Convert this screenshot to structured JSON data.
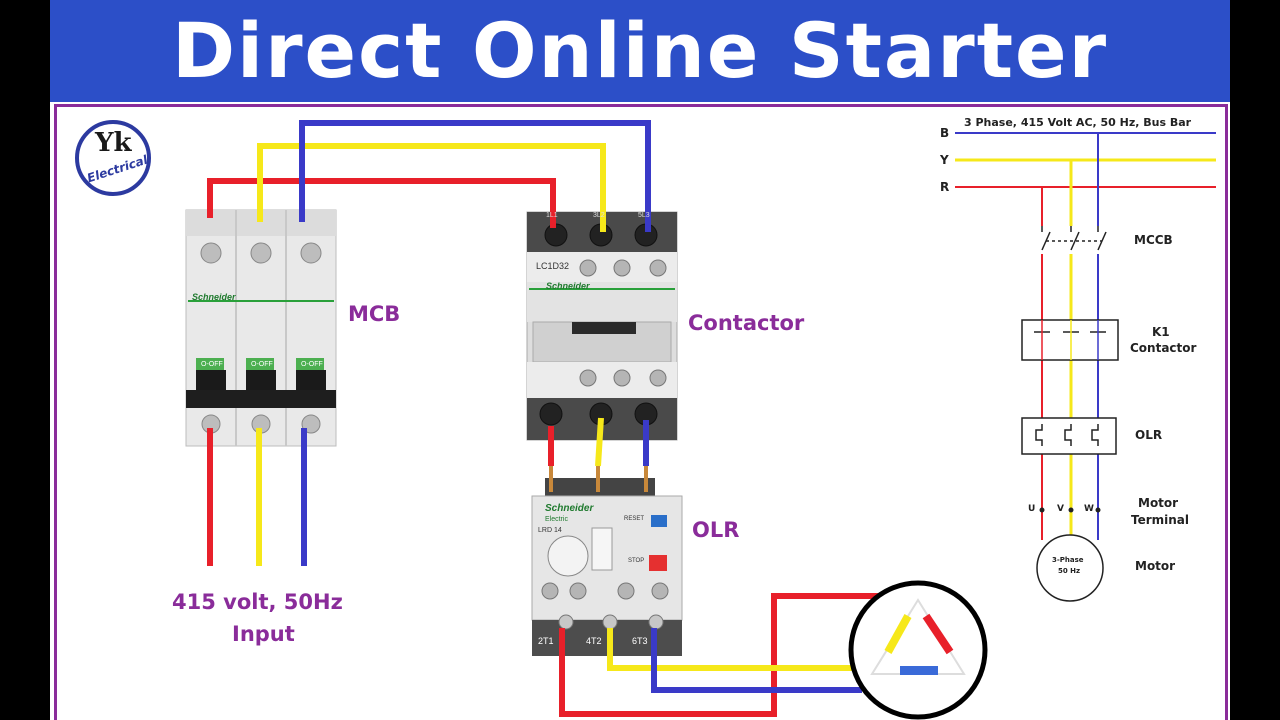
{
  "title": "Direct Online Starter",
  "logo": {
    "initials": "Yk",
    "text": "Electrical"
  },
  "labels": {
    "mcb": "MCB",
    "contactor": "Contactor",
    "olr": "OLR",
    "input_line1": "415 volt, 50Hz",
    "input_line2": "Input"
  },
  "device_text": {
    "brand": "Schneider",
    "brand_sub": "Electric",
    "contactor_model": "LC1D32",
    "olr_model": "LRD 14",
    "reset": "RESET",
    "stop": "STOP",
    "off": "O-OFF",
    "olr_terminals": [
      "2T1",
      "4T2",
      "6T3"
    ],
    "contactor_top_terminals": [
      "1L1",
      "3L2",
      "5L3"
    ]
  },
  "schematic": {
    "bus_title": "3 Phase, 415 Volt AC, 50 Hz, Bus Bar",
    "phases": [
      "B",
      "Y",
      "R"
    ],
    "mccb": "MCCB",
    "k1_line1": "K1",
    "k1_line2": "Contactor",
    "olr": "OLR",
    "motor_terminal_line1": "Motor",
    "motor_terminal_line2": "Terminal",
    "terminals": [
      "U",
      "V",
      "W"
    ],
    "motor_inner_line1": "3-Phase",
    "motor_inner_line2": "50 Hz",
    "motor": "Motor"
  },
  "colors": {
    "header": "#2c4fc8",
    "red": "#e8202a",
    "yellow": "#f6e81a",
    "blue": "#3a3ac8",
    "label_purple": "#8a2c9a"
  }
}
